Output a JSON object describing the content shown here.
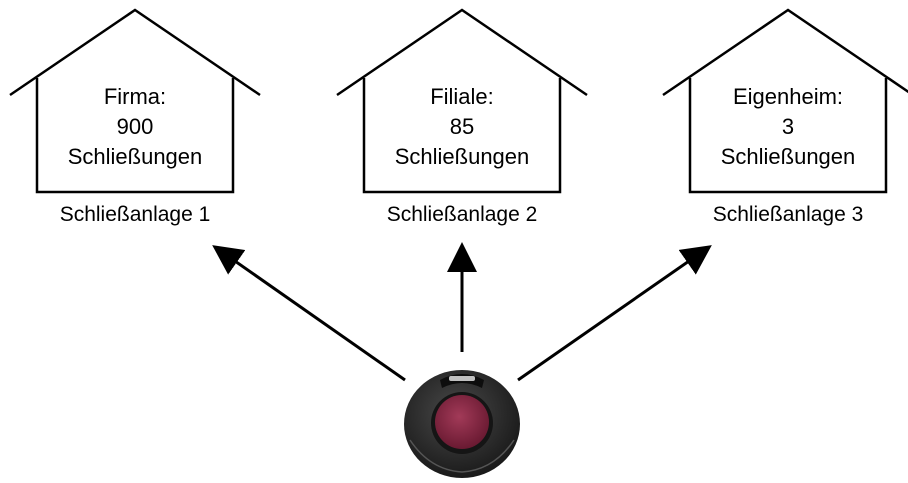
{
  "houses": [
    {
      "type": "Firma:",
      "count": "900",
      "unit": "Schließungen",
      "caption": "Schließanlage 1"
    },
    {
      "type": "Filiale:",
      "count": "85",
      "unit": "Schließungen",
      "caption": "Schließanlage 2"
    },
    {
      "type": "Eigenheim:",
      "count": "3",
      "unit": "Schließungen",
      "caption": "Schließanlage 3"
    }
  ],
  "key_fob": {
    "icon": "key-fob-icon",
    "body_color": "#2a2a2a",
    "button_color": "#8a2a45"
  }
}
